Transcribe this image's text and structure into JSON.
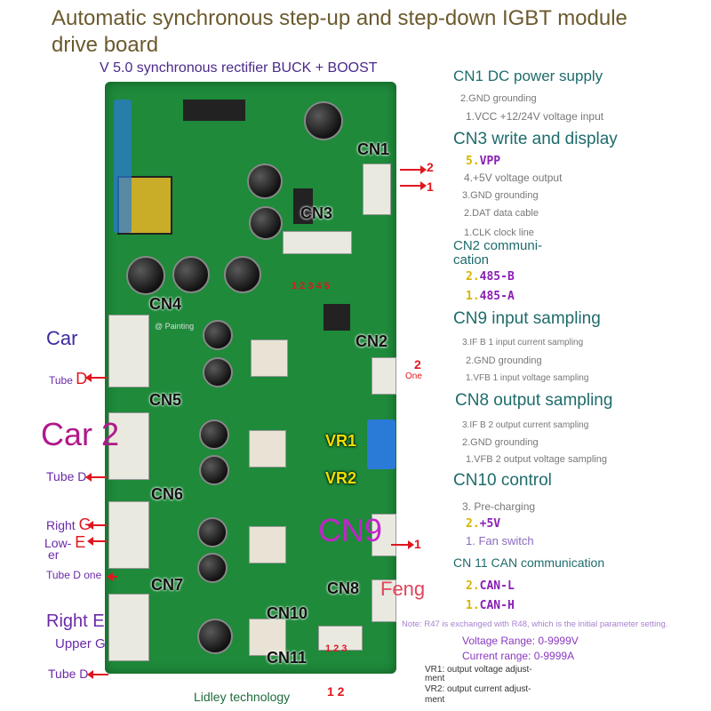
{
  "title": "Automatic synchronous step-up and step-down IGBT module drive board",
  "subtitle": "V 5.0 synchronous rectifier BUCK + BOOST",
  "right": {
    "cn1": {
      "header": "CN1 DC power supply",
      "items": [
        "2.GND grounding",
        "1.VCC +12/24V voltage input"
      ]
    },
    "cn3": {
      "header": "CN3 write and display",
      "vpp_num": "5.",
      "vpp": "VPP",
      "items": [
        "4.+5V voltage output",
        "3.GND grounding",
        "2.DAT data cable",
        "1.CLK clock line"
      ]
    },
    "cn2": {
      "header_line1": "CN2 communi-",
      "header_line2": "cation",
      "p2_num": "2.",
      "p2": "485-B",
      "p1_num": "1.",
      "p1": "485-A"
    },
    "cn9": {
      "header": "CN9 input sampling",
      "items": [
        "3.IF B 1 input current sampling",
        "2.GND grounding",
        "1.VFB 1 input voltage sampling"
      ]
    },
    "cn8": {
      "header": "CN8 output sampling",
      "items": [
        "3.IF B 2 output current sampling",
        "2.GND grounding",
        "1.VFB 2 output voltage sampling"
      ]
    },
    "cn10": {
      "header": "CN10 control",
      "item3": "3. Pre-charging",
      "p2_num": "2.",
      "p2": "+5V",
      "item1": "1. Fan switch"
    },
    "cn11": {
      "header": "CN 11 CAN communication",
      "p2_num": "2.",
      "p2": "CAN-L",
      "p1_num": "1.",
      "p1": "CAN-H"
    },
    "note": "Note: R47 is exchanged with R48, which is the initial parameter setting.",
    "voltage_range": "Voltage Range: 0-9999V",
    "current_range": "Current range: 0-9999A",
    "vr1": "VR1: output voltage adjust-",
    "vr1b": "ment",
    "vr2": "VR2: output current adjust-",
    "vr2b": "ment"
  },
  "left": {
    "car": "Car",
    "tube_d": "Tube",
    "tube_d_letter": "D",
    "car2": "Car 2",
    "tube_d2": "Tube D",
    "right_g": "Right",
    "right_g_letter": "G",
    "lower": "Low-",
    "lower_letter": "E",
    "lower2": "er",
    "tube_d_one": "Tube D one",
    "right_e": "Right E",
    "upper_g": "Upper G",
    "tube_d3": "Tube D-"
  },
  "board": {
    "cn1": "CN1",
    "cn3": "CN3",
    "cn4": "CN4",
    "cn2": "CN2",
    "cn5": "CN5",
    "cn6": "CN6",
    "cn7": "CN7",
    "cn8": "CN8",
    "cn9": "CN9",
    "cn10": "CN10",
    "cn11": "CN11",
    "vr1": "VR1",
    "vr2": "VR2",
    "feng": "Feng",
    "cn1_pin2": "2",
    "cn1_pin1": "1",
    "cn3_pins": "1 2 3 4 5",
    "cn2_pin2": "2",
    "cn2_pin1": "One",
    "cn9_pin": "1",
    "cn11_pins": "1 2 3",
    "cn11_bottom": "1 2",
    "painting": "@ Painting",
    "footer": "Lidley technology"
  }
}
